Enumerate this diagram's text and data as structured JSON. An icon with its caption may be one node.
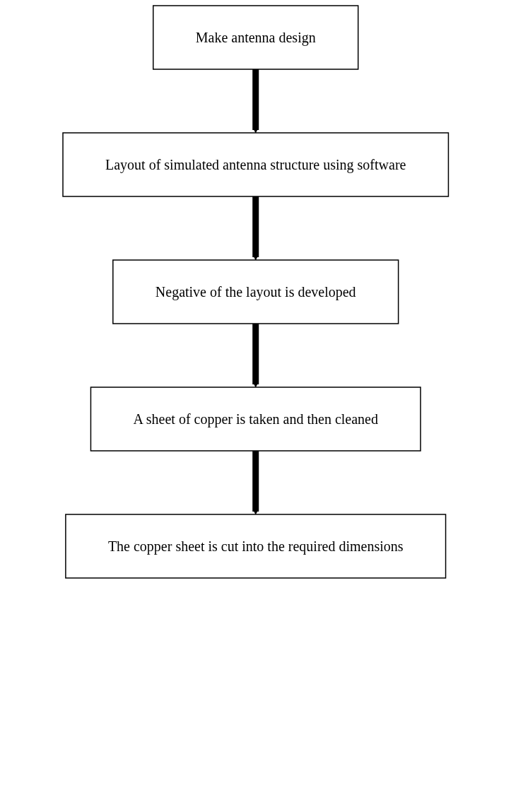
{
  "diagram": {
    "nodes": [
      {
        "text": [
          "Make antenna design"
        ]
      },
      {
        "text": [
          "Layout of simulated antenna structure using software"
        ]
      },
      {
        "text": [
          "Negative of the layout is developed"
        ]
      },
      {
        "text": [
          "A sheet of copper is taken and then cleaned"
        ]
      },
      {
        "text": [
          "The copper sheet is cut into the required dimensions"
        ]
      }
    ],
    "edges": [
      {
        "from": 0,
        "to": 1,
        "arrow": "to"
      },
      {
        "from": 1,
        "to": 2,
        "arrow": "to"
      },
      {
        "from": 2,
        "to": 3,
        "arrow": "to"
      },
      {
        "from": 3,
        "to": 4,
        "arrow": "to"
      }
    ]
  }
}
